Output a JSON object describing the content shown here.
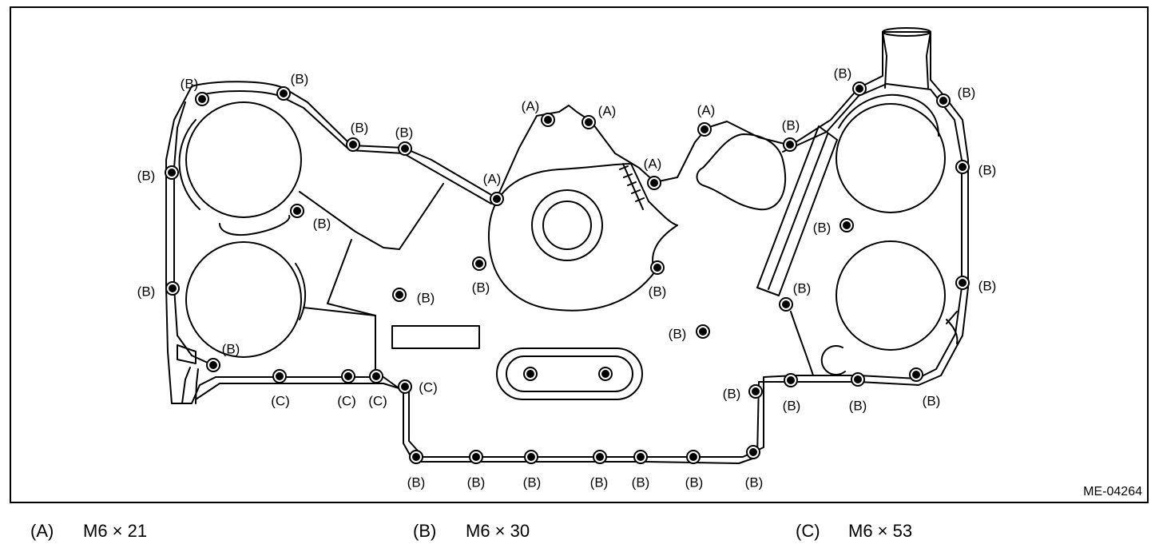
{
  "figure_code": "ME-04264",
  "legend": [
    {
      "key": "(A)",
      "value": "M6 × 21"
    },
    {
      "key": "(B)",
      "value": "M6 × 30"
    },
    {
      "key": "(C)",
      "value": "M6 × 53"
    }
  ],
  "callouts": [
    {
      "id": "b1",
      "text": "(B)"
    },
    {
      "id": "b2",
      "text": "(B)"
    },
    {
      "id": "b3",
      "text": "(B)"
    },
    {
      "id": "b4",
      "text": "(B)"
    },
    {
      "id": "b5",
      "text": "(B)"
    },
    {
      "id": "b6",
      "text": "(B)"
    },
    {
      "id": "b7",
      "text": "(B)"
    },
    {
      "id": "b8",
      "text": "(B)"
    },
    {
      "id": "b9",
      "text": "(B)"
    },
    {
      "id": "b10",
      "text": "(B)"
    },
    {
      "id": "b11",
      "text": "(B)"
    },
    {
      "id": "b12",
      "text": "(B)"
    },
    {
      "id": "b13",
      "text": "(B)"
    },
    {
      "id": "b14",
      "text": "(B)"
    },
    {
      "id": "b15",
      "text": "(B)"
    },
    {
      "id": "b16",
      "text": "(B)"
    },
    {
      "id": "b17",
      "text": "(B)"
    },
    {
      "id": "b18",
      "text": "(B)"
    },
    {
      "id": "b19",
      "text": "(B)"
    },
    {
      "id": "b20",
      "text": "(B)"
    },
    {
      "id": "b21",
      "text": "(B)"
    },
    {
      "id": "b22",
      "text": "(B)"
    },
    {
      "id": "b23",
      "text": "(B)"
    },
    {
      "id": "b24",
      "text": "(B)"
    },
    {
      "id": "b25",
      "text": "(B)"
    },
    {
      "id": "b26",
      "text": "(B)"
    },
    {
      "id": "b27",
      "text": "(B)"
    },
    {
      "id": "b28",
      "text": "(B)"
    },
    {
      "id": "b29",
      "text": "(B)"
    },
    {
      "id": "b30",
      "text": "(B)"
    },
    {
      "id": "a1",
      "text": "(A)"
    },
    {
      "id": "a2",
      "text": "(A)"
    },
    {
      "id": "a3",
      "text": "(A)"
    },
    {
      "id": "a4",
      "text": "(A)"
    },
    {
      "id": "a5",
      "text": "(A)"
    },
    {
      "id": "c1",
      "text": "(C)"
    },
    {
      "id": "c2",
      "text": "(C)"
    },
    {
      "id": "c3",
      "text": "(C)"
    },
    {
      "id": "c4",
      "text": "(C)"
    }
  ]
}
